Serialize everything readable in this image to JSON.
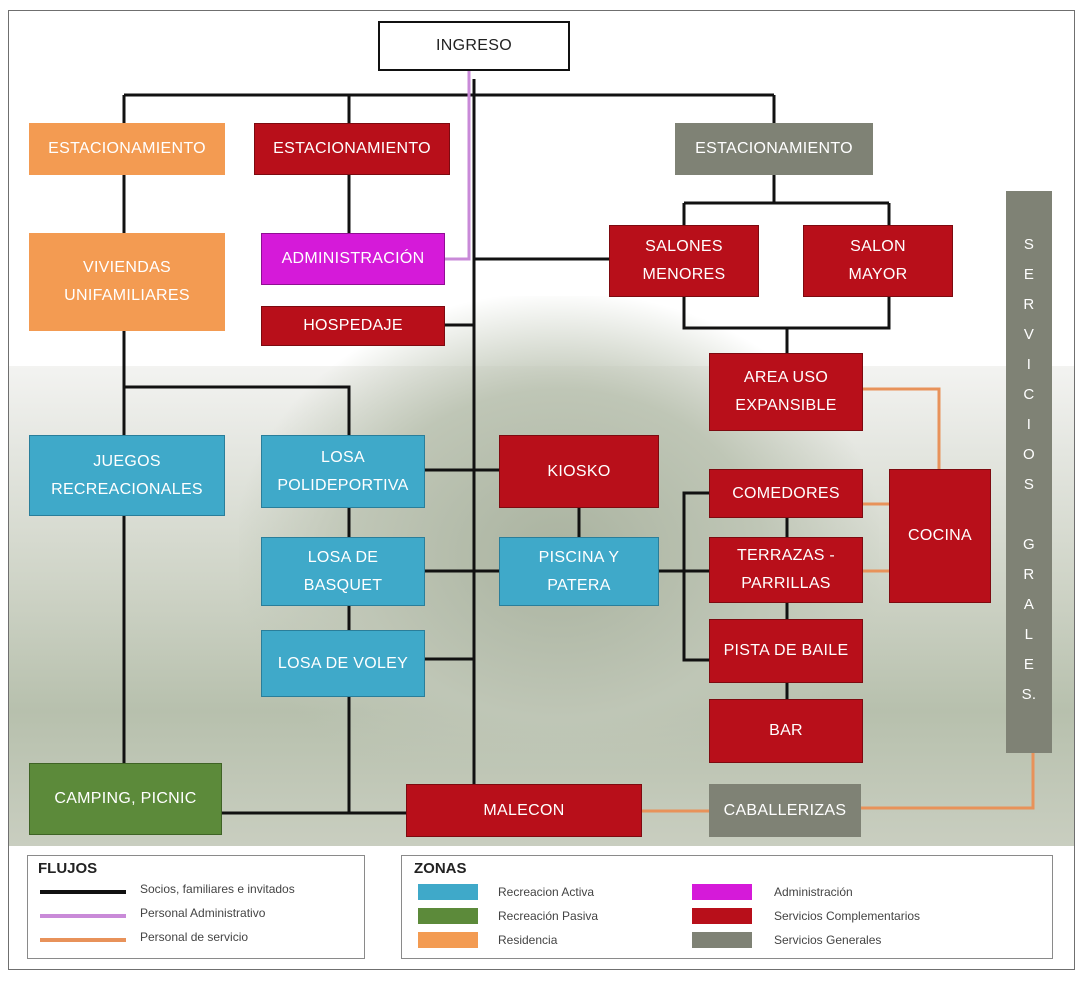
{
  "nodes": {
    "ingreso": "INGRESO",
    "est_orange": "ESTACIONAMIENTO",
    "est_red": "ESTACIONAMIENTO",
    "est_gray": "ESTACIONAMIENTO",
    "viviendas": [
      "VIVIENDAS",
      "UNIFAMILIARES"
    ],
    "administracion": "ADMINISTRACIÓN",
    "hospedaje": "HOSPEDAJE",
    "salones_menores": [
      "SALONES",
      "MENORES"
    ],
    "salon_mayor": [
      "SALON",
      "MAYOR"
    ],
    "area_uso": [
      "AREA USO",
      "EXPANSIBLE"
    ],
    "servicios_grales": [
      "S",
      "E",
      "R",
      "V",
      "I",
      "C",
      "I",
      "O",
      "S",
      "",
      "G",
      "R",
      "A",
      "L",
      "E",
      "S."
    ],
    "juegos": [
      "JUEGOS",
      "RECREACIONALES"
    ],
    "losa_poli": [
      "LOSA",
      "POLIDEPORTIVA"
    ],
    "kiosko": "KIOSKO",
    "comedores": "COMEDORES",
    "cocina": "COCINA",
    "losa_basquet": [
      "LOSA DE",
      "BASQUET"
    ],
    "piscina": [
      "PISCINA Y",
      "PATERA"
    ],
    "terrazas": [
      "TERRAZAS -",
      "PARRILLAS"
    ],
    "losa_volley": "LOSA DE VOLEY",
    "pista": "PISTA DE BAILE",
    "bar": "BAR",
    "camping": "CAMPING, PICNIC",
    "malecon": "MALECON",
    "caballerizas": "CABALLERIZAS"
  },
  "legend": {
    "flujos_title": "FLUJOS",
    "flujos": [
      {
        "label": "Socios, familiares e invitados",
        "color": "#111111"
      },
      {
        "label": "Personal Administrativo",
        "color": "#c98ad8"
      },
      {
        "label": "Personal de servicio",
        "color": "#e8925a"
      }
    ],
    "zonas_title": "ZONAS",
    "zonas": [
      {
        "label": "Recreacion Activa",
        "color": "#3fa9c9"
      },
      {
        "label": "Recreación Pasiva",
        "color": "#5c8a3a"
      },
      {
        "label": "Residencia",
        "color": "#f39b52"
      },
      {
        "label": "Administración",
        "color": "#d51ad9"
      },
      {
        "label": "Servicios Complementarios",
        "color": "#b80f1a"
      },
      {
        "label": "Servicios Generales",
        "color": "#7f8275"
      }
    ]
  }
}
